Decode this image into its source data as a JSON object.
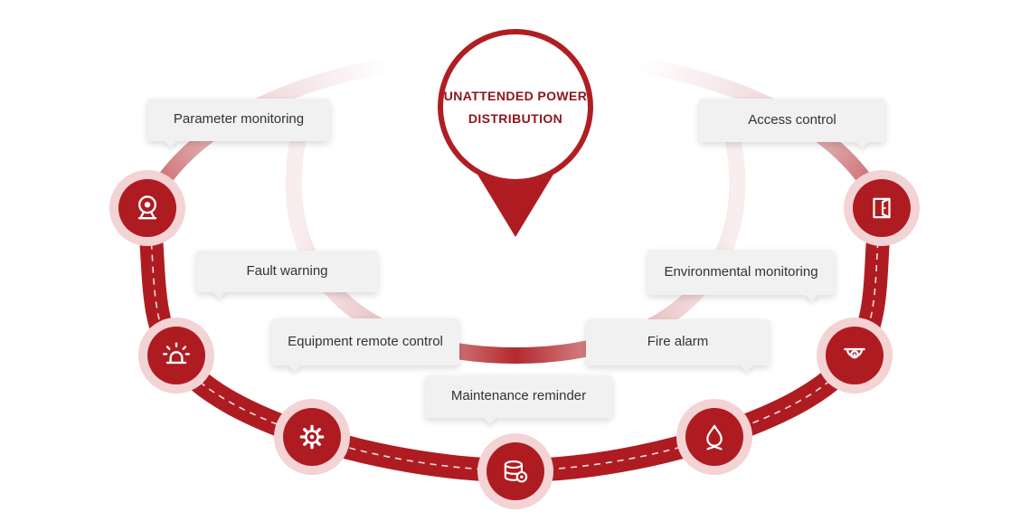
{
  "center": {
    "title_line1": "UNATTENDED POWER",
    "title_line2": "DISTRIBUTION"
  },
  "nodes": [
    {
      "label": "Parameter monitoring",
      "icon": "webcam-icon"
    },
    {
      "label": "Fault warning",
      "icon": "siren-icon"
    },
    {
      "label": "Equipment remote control",
      "icon": "gear-icon"
    },
    {
      "label": "Maintenance reminder",
      "icon": "database-icon"
    },
    {
      "label": "Fire alarm",
      "icon": "flame-icon"
    },
    {
      "label": "Environmental monitoring",
      "icon": "dome-camera-icon"
    },
    {
      "label": "Access control",
      "icon": "door-icon"
    }
  ],
  "colors": {
    "primary": "#ae1c22",
    "halo": "#f4d3d4",
    "label_bg": "#f1f1f1",
    "label_text": "#333333",
    "title_text": "#8d161b",
    "background": "#ffffff"
  }
}
